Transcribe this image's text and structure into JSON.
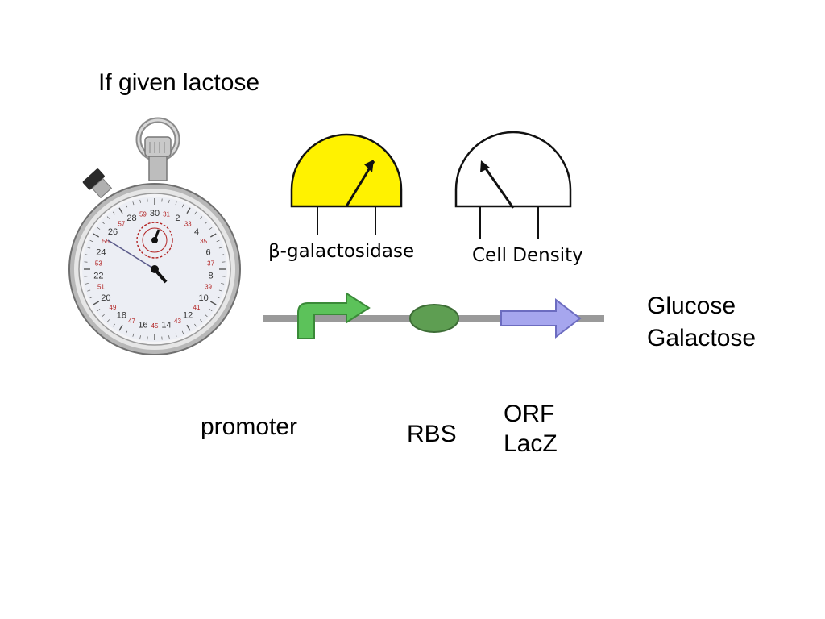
{
  "title": "If given lactose",
  "gauges": [
    {
      "label": "β-galactosidase",
      "fill": "#fff200",
      "reading": "high"
    },
    {
      "label": "Cell Density",
      "fill": "#ffffff",
      "reading": "low"
    }
  ],
  "products": [
    "Glucose",
    "Galactose"
  ],
  "labels": {
    "promoter": "promoter",
    "rbs": "RBS",
    "orf": [
      "ORF",
      "LacZ"
    ]
  },
  "stopwatch": {
    "outer_numbers": [
      "30",
      "2",
      "4",
      "6",
      "8",
      "10",
      "12",
      "14",
      "16",
      "18",
      "20",
      "22",
      "24",
      "26",
      "28"
    ],
    "inner_numbers": [
      "31",
      "33",
      "35",
      "37",
      "39",
      "41",
      "43",
      "45",
      "47",
      "49",
      "51",
      "53",
      "55",
      "57",
      "59"
    ]
  },
  "colors": {
    "promoter": "#5cc25a",
    "rbs": "#5e9e52",
    "orf": "#a6a6ee",
    "dna_line": "#9a9a9a"
  }
}
